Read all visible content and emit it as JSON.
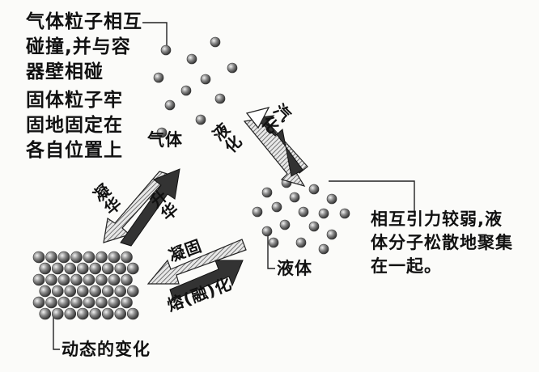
{
  "gas_note": [
    "气体粒子相互",
    "碰撞,并与容",
    "器壁相碰"
  ],
  "solid_note": [
    "固体粒子牢",
    "固地固定在",
    "各自位置上"
  ],
  "liquid_note": [
    "相互引力较弱,液",
    "体分子松散地聚集",
    "在一起。"
  ],
  "labels": {
    "gas": "气体",
    "liquid": "液体",
    "dynamic": "动态的变化"
  },
  "transitions": {
    "vaporize": "汽化",
    "liquefy": "液化",
    "deposit": "凝华",
    "sublimate": "升华",
    "solidify": "凝固",
    "melt": "熔(融)化"
  }
}
